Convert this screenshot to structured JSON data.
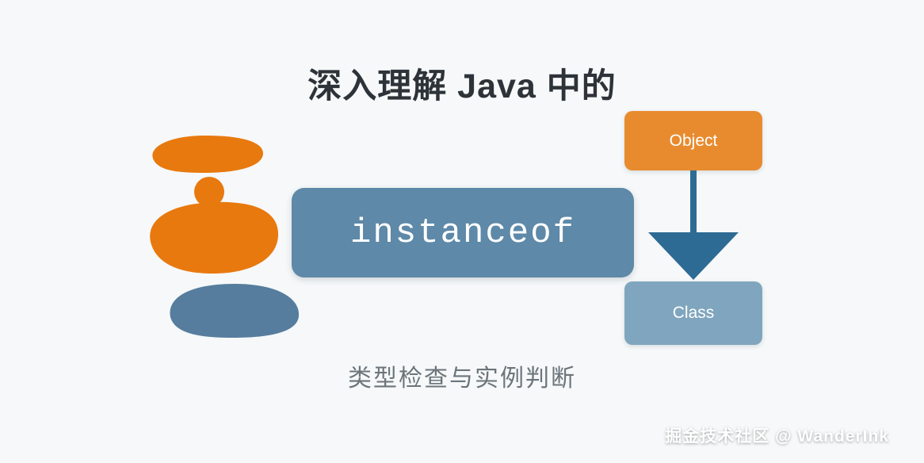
{
  "title": "深入理解 Java 中的",
  "subtitle": "类型检查与实例判断",
  "watermark": "掘金技术社区 @ WanderInk",
  "diagram": {
    "keyword": "instanceof",
    "nodes": {
      "object": "Object",
      "class": "Class"
    }
  },
  "colors": {
    "background": "#f6f8f9",
    "title_text": "#2d3338",
    "subtitle_text": "#6c757b",
    "stone_orange": "#e8790e",
    "stone_blue": "#567d9e",
    "keyword_box": "#5e89a8",
    "object_box": "#e88b2f",
    "class_box": "#7fa6be",
    "arrow": "#2d6b94",
    "watermark_text": "#ffffff"
  }
}
